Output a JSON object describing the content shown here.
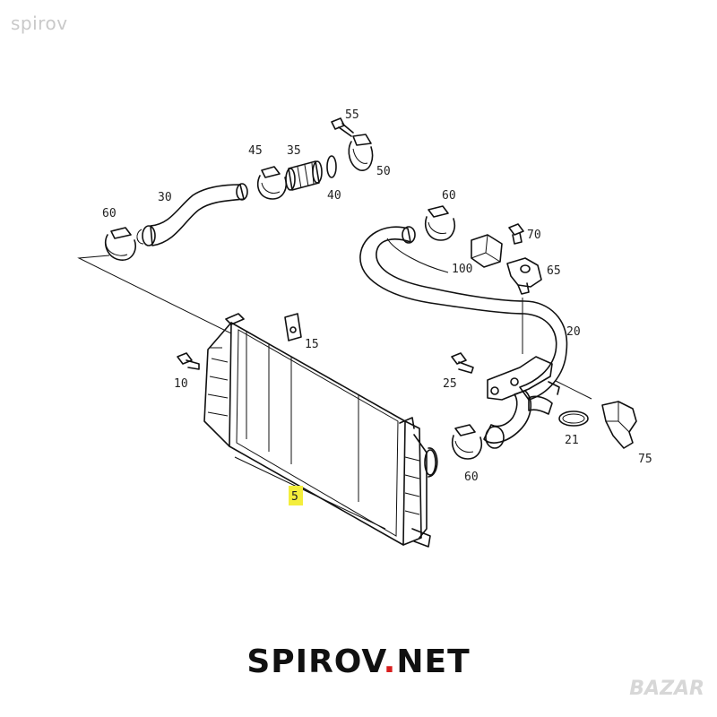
{
  "watermark": "spirov",
  "brand": {
    "name": "SPIROV",
    "dot": ".",
    "tld": "NET"
  },
  "corner_logo": "BAZAR",
  "highlighted_part": "5",
  "callouts": {
    "p55": "55",
    "p45": "45",
    "p35": "35",
    "p50": "50",
    "p30": "30",
    "p40": "40",
    "p60a": "60",
    "p60b": "60",
    "p60c": "60",
    "p70": "70",
    "p100": "100",
    "p65": "65",
    "p15": "15",
    "p20": "20",
    "p10": "10",
    "p25": "25",
    "p21": "21",
    "p75": "75",
    "p5": "5"
  },
  "colors": {
    "highlight": "#f4ee3c",
    "brand_dot": "#d81e1e",
    "line": "#111111"
  }
}
